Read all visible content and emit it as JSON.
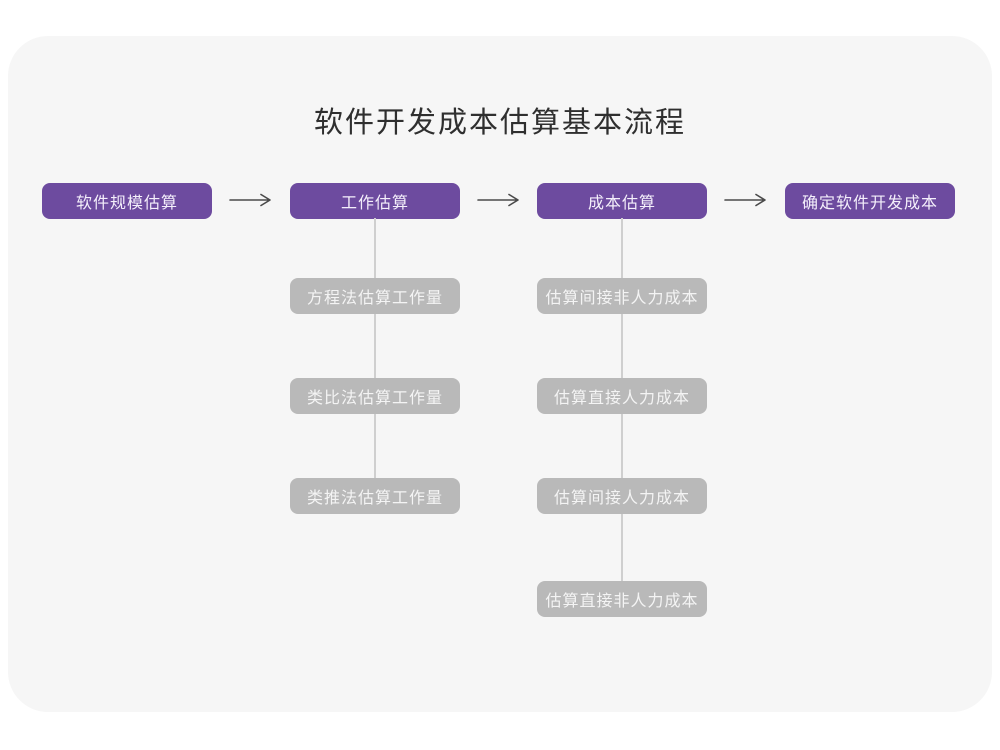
{
  "page": {
    "title": "软件开发成本估算基本流程"
  },
  "colors": {
    "card_background": "#f6f6f6",
    "primary_node": "#6d4b9f",
    "sub_node": "#b9b9b9",
    "connector_line": "#cfcfcf",
    "arrow": "#4a4a4a",
    "title_text": "#2f2f2f"
  },
  "flow": {
    "steps": [
      {
        "label": "软件规模估算"
      },
      {
        "label": "工作估算"
      },
      {
        "label": "成本估算"
      },
      {
        "label": "确定软件开发成本"
      }
    ]
  },
  "work_estimation_substeps": [
    {
      "label": "方程法估算工作量"
    },
    {
      "label": "类比法估算工作量"
    },
    {
      "label": "类推法估算工作量"
    }
  ],
  "cost_estimation_substeps": [
    {
      "label": "估算间接非人力成本"
    },
    {
      "label": "估算直接人力成本"
    },
    {
      "label": "估算间接人力成本"
    },
    {
      "label": "估算直接非人力成本"
    }
  ]
}
